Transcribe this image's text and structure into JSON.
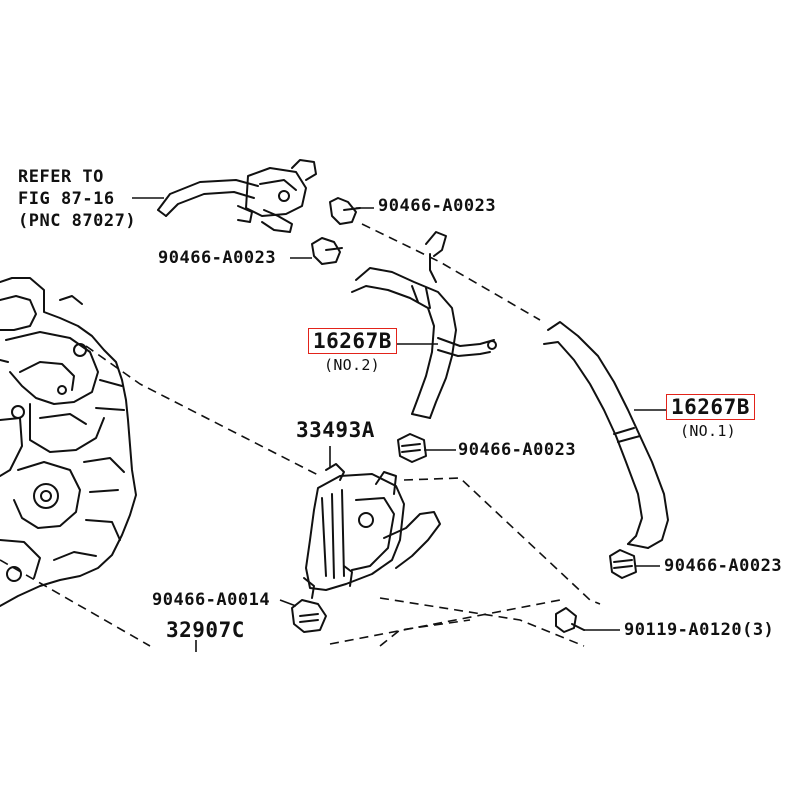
{
  "diagram": {
    "refer_note": {
      "line1": "REFER TO",
      "line2": "FIG 87-16",
      "line3": "(PNC 87027)"
    },
    "parts": {
      "clamp_top_right": "90466-A0023",
      "clamp_top_left": "90466-A0023",
      "hose_no2_number": "16267B",
      "hose_no2_sub": "(NO.2)",
      "hose_no1_number": "16267B",
      "hose_no1_sub": "(NO.1)",
      "bracket_number": "33493A",
      "clamp_mid": "90466-A0023",
      "clamp_lower_right": "90466-A0023",
      "clamp_lower_left": "90466-A0014",
      "cooler_number": "32907C",
      "bolt": "90119-A0120(3)"
    },
    "colors": {
      "highlight_border": "#e2231a",
      "line_art": "#111111",
      "background": "#ffffff"
    }
  }
}
